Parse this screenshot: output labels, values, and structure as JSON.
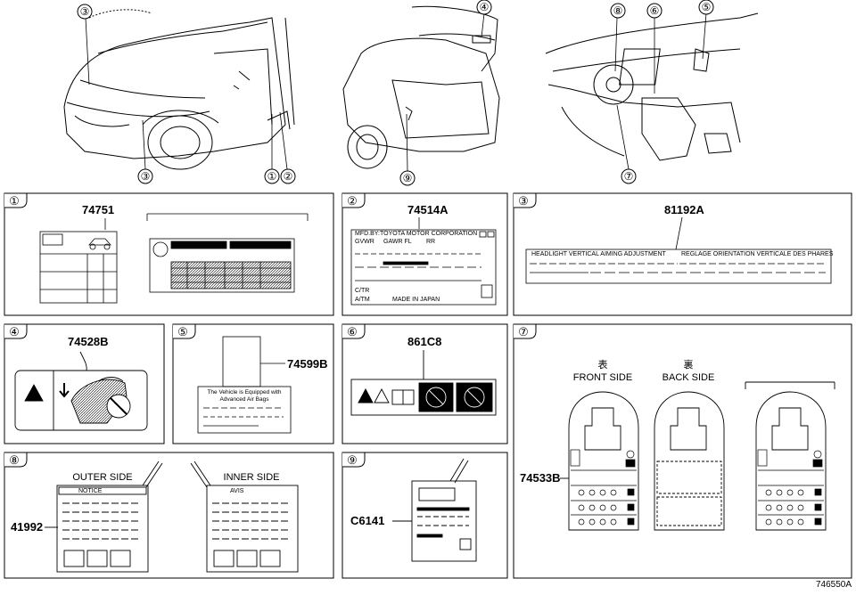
{
  "diagram_id": "746550A",
  "callouts": [
    "①",
    "②",
    "③",
    "④",
    "⑤",
    "⑥",
    "⑦",
    "⑧",
    "⑨"
  ],
  "vehicle_views": {
    "front_callouts": [
      "③",
      "③",
      "①",
      "②"
    ],
    "rear_callouts": [
      "④",
      "⑨"
    ],
    "interior_callouts": [
      "⑧",
      "⑥",
      "⑤",
      "⑦"
    ]
  },
  "panels": [
    {
      "id": "①",
      "part_number": "74751"
    },
    {
      "id": "②",
      "part_number": "74514A",
      "label_lines": [
        "MFD.BY:TOYOTA MOTOR CORPORATION",
        "GVWR",
        "GAWR FL",
        "RR",
        "MADE IN JAPAN",
        "C/TR",
        "A/TM"
      ]
    },
    {
      "id": "③",
      "part_number": "81192A",
      "label_text_left": "HEADLIGHT VERTICAL AIMING ADJUSTMENT",
      "label_text_right": "REGLAGE ORIENTATION VERTICALE DES PHARES"
    },
    {
      "id": "④",
      "part_number": "74528B"
    },
    {
      "id": "⑤",
      "part_number": "74599B",
      "label_text": "The Vehicle is Equipped with Advanced Air Bags"
    },
    {
      "id": "⑥",
      "part_number": "861C8"
    },
    {
      "id": "⑦",
      "part_number": "74533B",
      "front_kanji": "表",
      "front_label": "FRONT SIDE",
      "back_kanji": "裏",
      "back_label": "BACK SIDE"
    },
    {
      "id": "⑧",
      "part_number": "41992",
      "outer_label": "OUTER SIDE",
      "inner_label": "INNER SIDE",
      "outer_tag": "NOTICE",
      "inner_tag": "AVIS"
    },
    {
      "id": "⑨",
      "part_number": "C6141"
    }
  ]
}
